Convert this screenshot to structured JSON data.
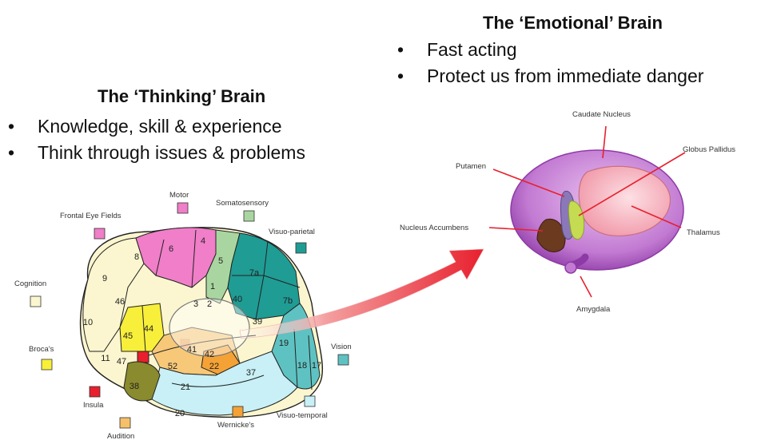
{
  "thinking": {
    "title": "The ‘Thinking’ Brain",
    "bullets": [
      "Knowledge, skill & experience",
      "Think through issues & problems"
    ]
  },
  "emotional": {
    "title": "The ‘Emotional’ Brain",
    "bullets": [
      "Fast acting",
      "Protect us from immediate danger"
    ]
  },
  "bullet_glyph": "•",
  "cortex": {
    "legend": {
      "motor": "Motor",
      "somatosensory": "Somatosensory",
      "frontal_eye_fields": "Frontal Eye Fields",
      "visuo_parietal": "Visuo-parietal",
      "cognition": "Cognition",
      "brocas": "Broca's",
      "vision": "Vision",
      "insula": "Insula",
      "visuo_temporal": "Visuo-temporal",
      "wernickes": "Wernicke's",
      "audition": "Audition"
    },
    "areas": {
      "a4": "4",
      "a6": "6",
      "a8": "8",
      "a5": "5",
      "a9": "9",
      "a7a": "7a",
      "a7b": "7b",
      "a1": "1",
      "a40": "40",
      "a46": "46",
      "a10": "10",
      "a45": "45",
      "a44": "44",
      "a3": "3",
      "a2": "2",
      "a39": "39",
      "a19": "19",
      "a18": "18",
      "a17": "17",
      "a11": "11",
      "a47": "47",
      "a41": "41",
      "a42": "42",
      "a22": "22",
      "a52": "52",
      "a37": "37",
      "a21": "21",
      "a38": "38",
      "a20": "20"
    }
  },
  "limbic": {
    "caudate": "Caudate Nucleus",
    "globus": "Globus Pallidus",
    "putamen": "Putamen",
    "thalamus": "Thalamus",
    "accumbens": "Nucleus Accumbens",
    "amygdala": "Amygdala"
  },
  "colors": {
    "motor": "#f07ec8",
    "somatosensory": "#a9d6a0",
    "visuo_parietal": "#1f9c94",
    "cognition": "#fbf6cf",
    "brocas": "#f7ef3a",
    "vision": "#5fc2c2",
    "insula": "#e8202e",
    "visuo_temporal": "#c8f0f6",
    "wernickes": "#f4a236",
    "audition": "#f6c06a",
    "temporal_pole": "#8a8a2e",
    "arrow": "#e8202e",
    "caudate": "#a24bb5",
    "thalamus": "#f6a9b6"
  }
}
